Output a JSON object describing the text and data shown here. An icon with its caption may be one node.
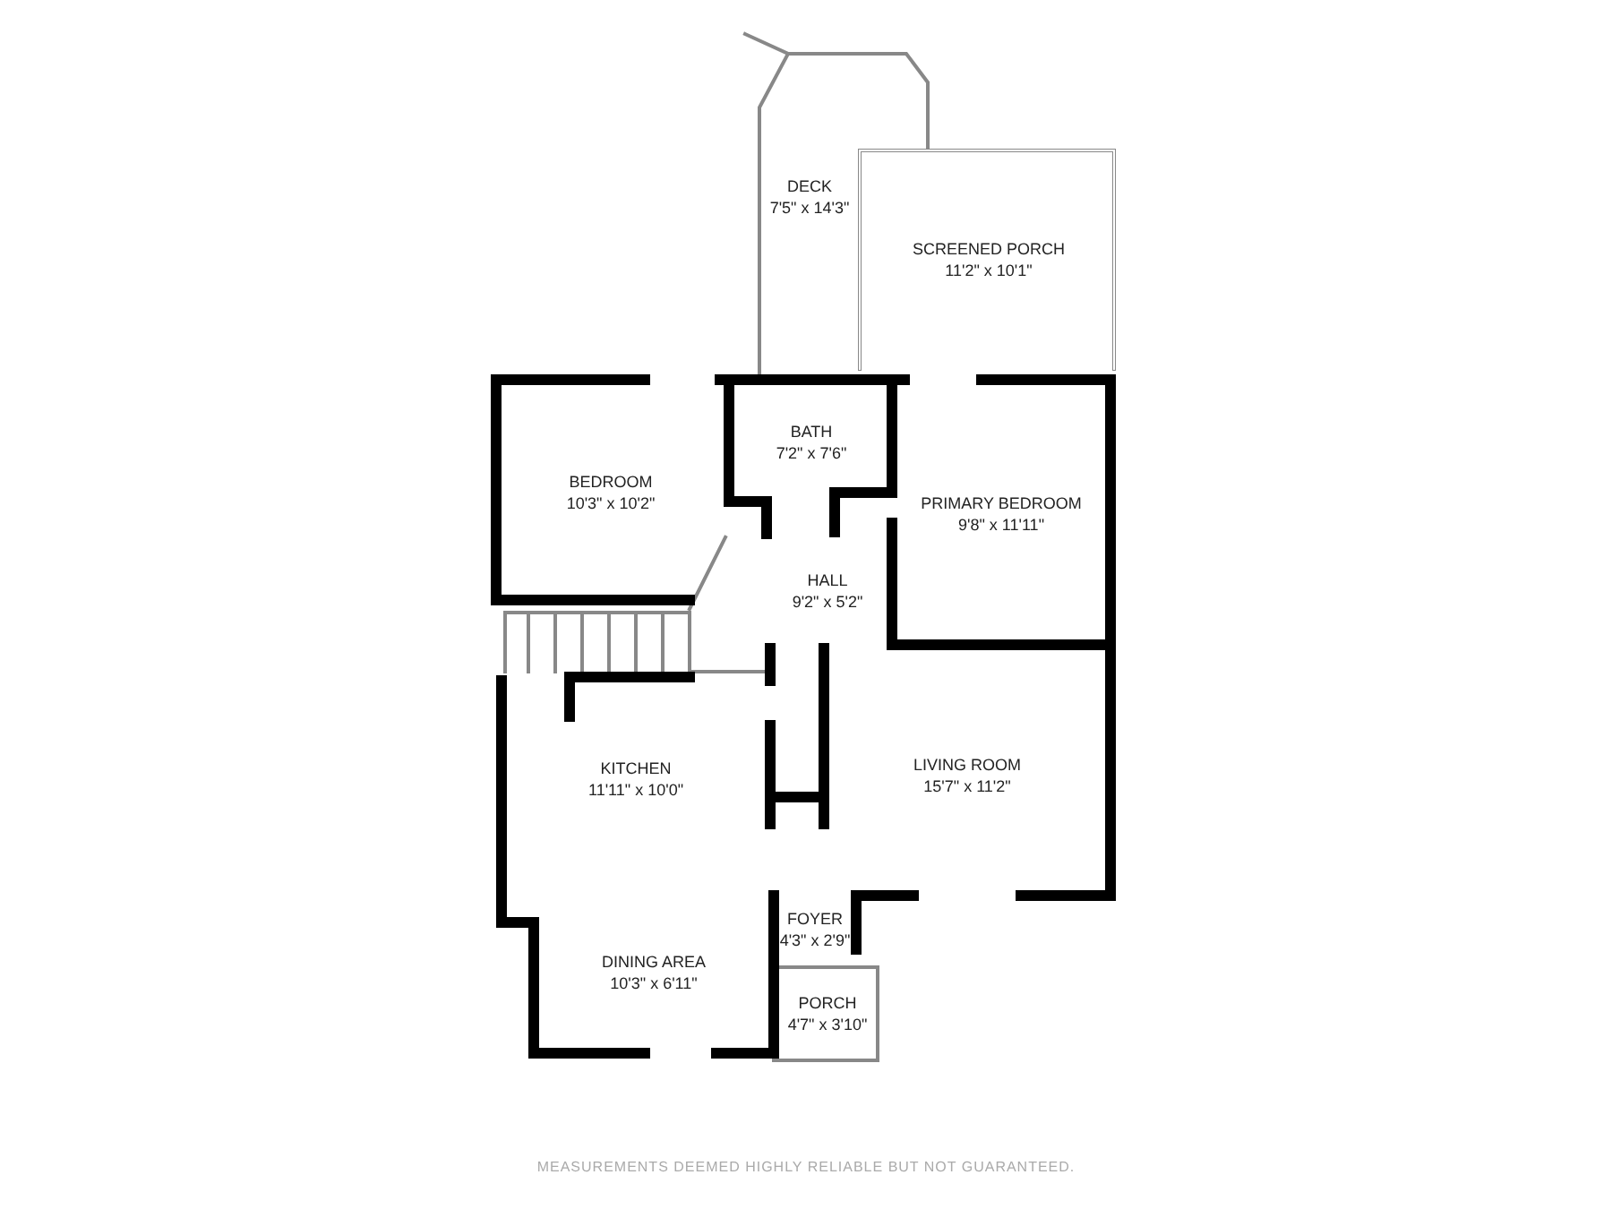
{
  "diagram": {
    "nodes": [
      {
        "text": [
          "DECK",
          "7'5\" x 14'3\""
        ]
      },
      {
        "text": [
          "SCREENED PORCH",
          "11'2\" x 10'1\""
        ]
      },
      {
        "text": [
          "BEDROOM",
          "10'3\" x 10'2\""
        ]
      },
      {
        "text": [
          "BATH",
          "7'2\" x 7'6\""
        ]
      },
      {
        "text": [
          "PRIMARY BEDROOM",
          "9'8\" x 11'11\""
        ]
      },
      {
        "text": [
          "HALL",
          "9'2\" x 5'2\""
        ]
      },
      {
        "text": [
          "KITCHEN",
          "11'11\" x 10'0\""
        ]
      },
      {
        "text": [
          "LIVING ROOM",
          "15'7\" x 11'2\""
        ]
      },
      {
        "text": [
          "FOYER",
          "4'3\" x 2'9\""
        ]
      },
      {
        "text": [
          "DINING AREA",
          "10'3\" x 6'11\""
        ]
      },
      {
        "text": [
          "PORCH",
          "4'7\" x 3'10\""
        ]
      }
    ],
    "labels": [
      "MEASUREMENTS DEEMED HIGHLY RELIABLE BUT NOT GUARANTEED."
    ]
  }
}
